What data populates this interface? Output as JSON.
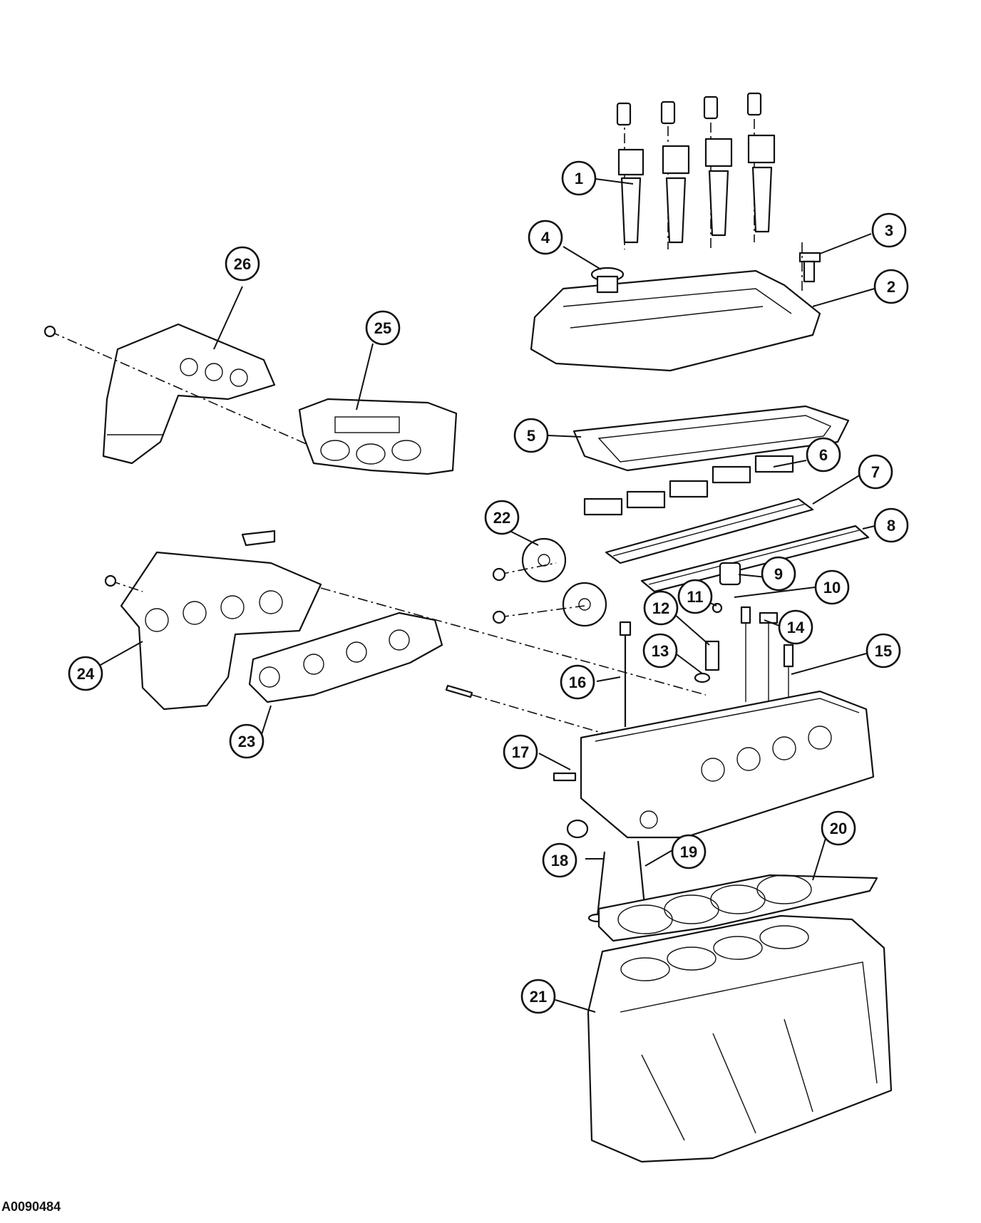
{
  "figure_id": "A0090484",
  "callouts": [
    {
      "label": "1"
    },
    {
      "label": "2"
    },
    {
      "label": "3"
    },
    {
      "label": "4"
    },
    {
      "label": "5"
    },
    {
      "label": "6"
    },
    {
      "label": "7"
    },
    {
      "label": "8"
    },
    {
      "label": "9"
    },
    {
      "label": "10"
    },
    {
      "label": "11"
    },
    {
      "label": "12"
    },
    {
      "label": "13"
    },
    {
      "label": "14"
    },
    {
      "label": "15"
    },
    {
      "label": "16"
    },
    {
      "label": "17"
    },
    {
      "label": "18"
    },
    {
      "label": "19"
    },
    {
      "label": "20"
    },
    {
      "label": "21"
    },
    {
      "label": "22"
    },
    {
      "label": "23"
    },
    {
      "label": "24"
    },
    {
      "label": "25"
    },
    {
      "label": "26"
    }
  ]
}
